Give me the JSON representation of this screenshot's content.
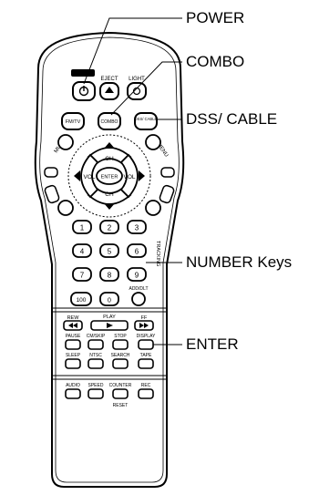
{
  "callouts": {
    "power": "POWER",
    "combo": "COMBO",
    "dss_cable": "DSS/ CABLE",
    "number_keys": "NUMBER Keys",
    "enter": "ENTER"
  },
  "remote": {
    "top_labels": {
      "eject": "EJECT",
      "light": "LIGHT"
    },
    "row2_labels": {
      "fm_tv": "FM/TV",
      "combo": "COMBO",
      "dss_cable": "DSS/ CABLE"
    },
    "dpad": {
      "ch_up": "CH",
      "ch_down": "CH",
      "vol_left": "VOL",
      "vol_right": "VOL",
      "center": "ENTER"
    },
    "side_labels": {
      "mute": "MUTE",
      "menu": "MENU",
      "tracking": "TRACKING"
    },
    "number_keys": [
      "1",
      "2",
      "3",
      "4",
      "5",
      "6",
      "7",
      "8",
      "9"
    ],
    "bottom_row": {
      "k100": "100",
      "k0": "0",
      "add_dlt": "ADD/DLT"
    },
    "transport_labels": {
      "rew": "REW",
      "play": "PLAY",
      "ff": "FF"
    },
    "row_pause": {
      "pause": "PAUSE",
      "cm_skip": "CM/SKIP",
      "stop": "STOP",
      "display": "DISPLAY"
    },
    "row_sleep": {
      "sleep": "SLEEP",
      "ntsc": "NTSC",
      "search": "SEARCH",
      "tape": "TAPE"
    },
    "row_audio": {
      "audio": "AUDIO",
      "speed": "SPEED",
      "counter": "COUNTER",
      "rec": "REC"
    },
    "reset_label": "RESET"
  }
}
